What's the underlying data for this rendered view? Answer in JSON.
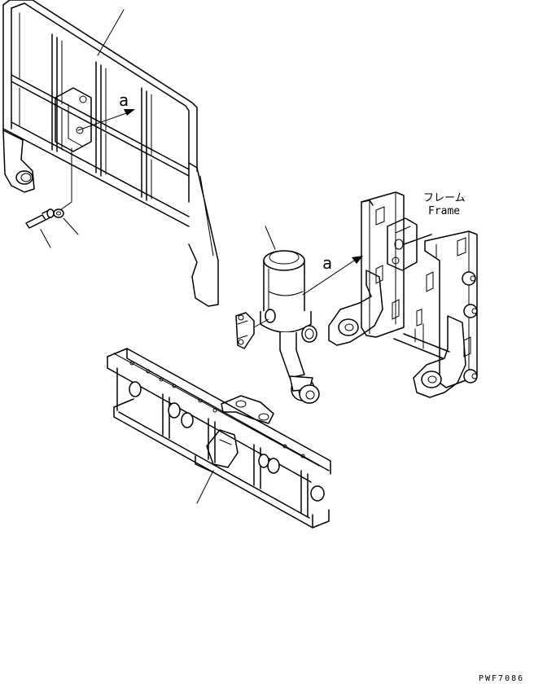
{
  "labels": {
    "callout_a_top": "a",
    "callout_a_mid": "a",
    "frame_jp": "フレーム",
    "frame_en": "Frame",
    "drawing_code": "PWF7086"
  }
}
